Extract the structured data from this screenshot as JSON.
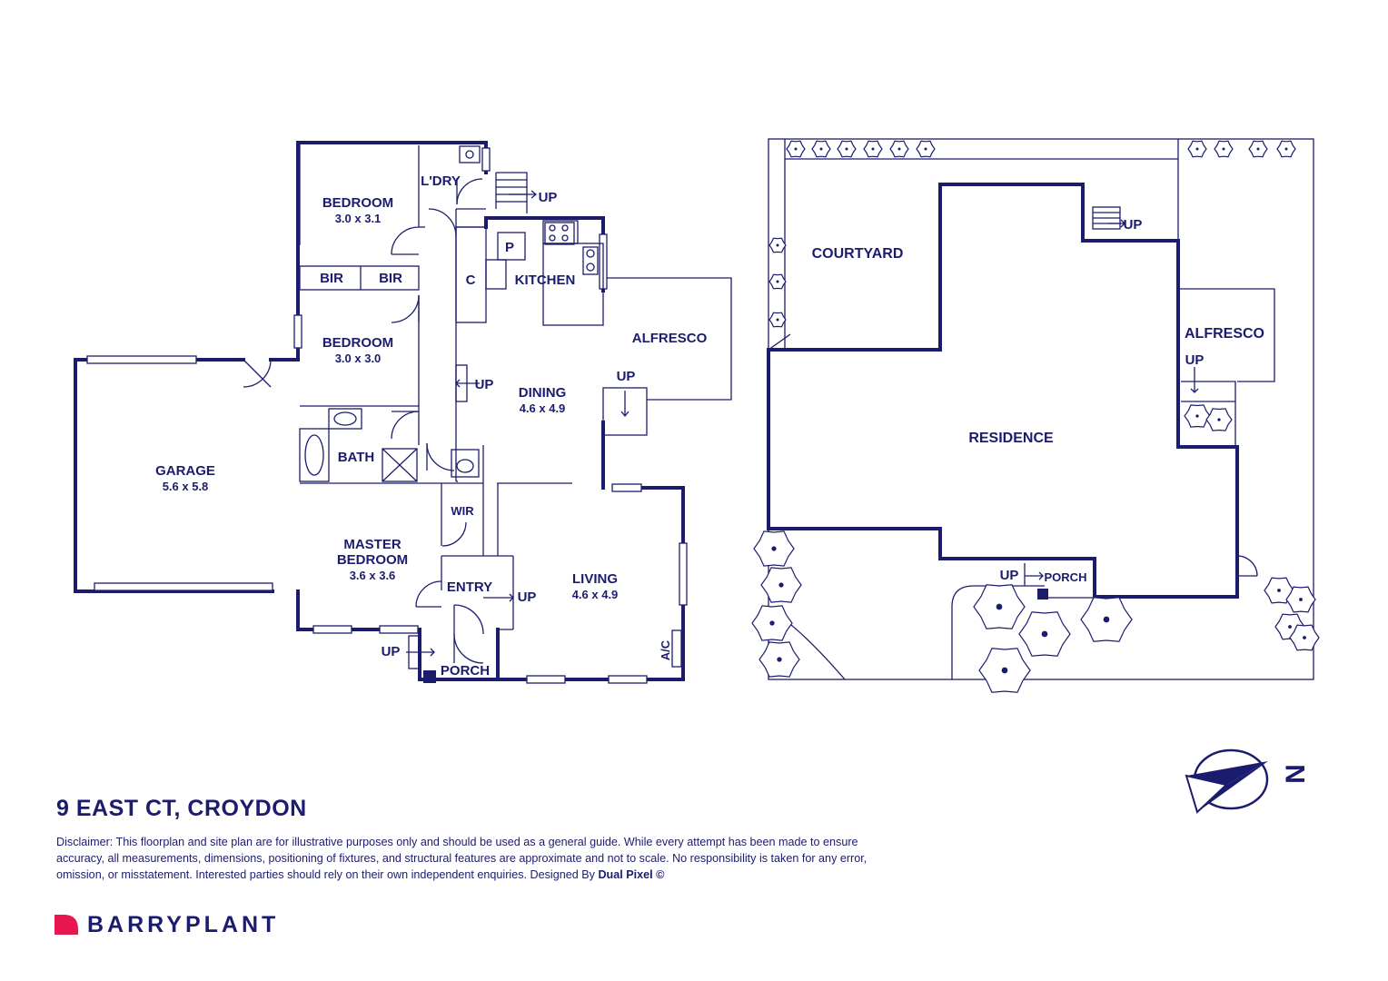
{
  "title": "9 EAST CT, CROYDON",
  "disclaimer": {
    "text": "Disclaimer: This floorplan and site plan are for illustrative purposes only and should be used as a general guide. While every attempt has been made to ensure accuracy, all measurements, dimensions, positioning of fixtures, and structural features are approximate and not to scale. No responsibility is taken for any error, omission, or misstatement. Interested parties should rely on their own independent enquiries. Designed By ",
    "designer": "Dual Pixel ©"
  },
  "brand": {
    "name": "BARRYPLANT",
    "color": "#1c1c6e",
    "accent": "#e8174f"
  },
  "compass": {
    "letter": "N"
  },
  "floorplan": {
    "bedroom1": {
      "name": "BEDROOM",
      "dims": "3.0 x 3.1"
    },
    "bedroom2": {
      "name": "BEDROOM",
      "dims": "3.0 x 3.0"
    },
    "bir1": "BIR",
    "bir2": "BIR",
    "laundry": "L'DRY",
    "cupboard": "C",
    "pantry": "P",
    "kitchen": "KITCHEN",
    "alfresco": "ALFRESCO",
    "dining": {
      "name": "DINING",
      "dims": "4.6 x 4.9"
    },
    "garage": {
      "name": "GARAGE",
      "dims": "5.6 x 5.8"
    },
    "bath": "BATH",
    "wir": "WIR",
    "master": {
      "name1": "MASTER",
      "name2": "BEDROOM",
      "dims": "3.6 x 3.6"
    },
    "entry": "ENTRY",
    "living": {
      "name": "LIVING",
      "dims": "4.6 x 4.9"
    },
    "porch": "PORCH",
    "ac": "A/C",
    "up": "UP"
  },
  "siteplan": {
    "courtyard": "COURTYARD",
    "residence": "RESIDENCE",
    "alfresco": "ALFRESCO",
    "porch": "PORCH",
    "up": "UP"
  }
}
